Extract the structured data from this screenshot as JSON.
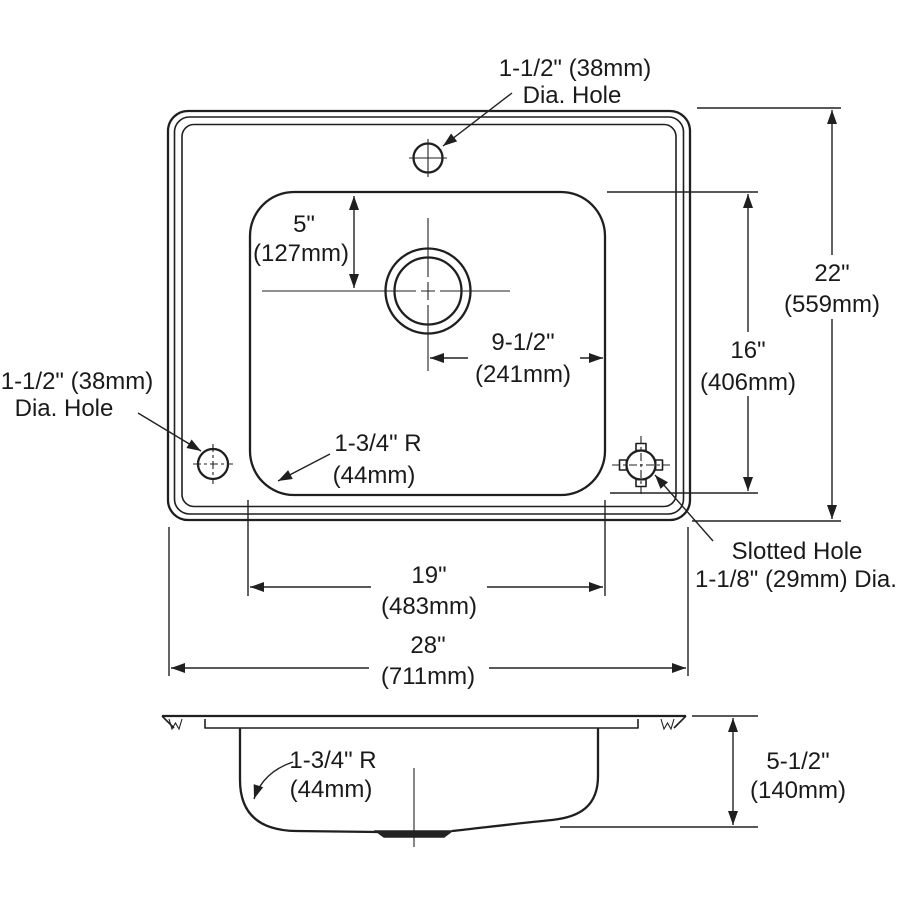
{
  "plan_view": {
    "top_hole_label": {
      "l1": "1-1/2\" (38mm)",
      "l2": "Dia. Hole"
    },
    "left_hole_label": {
      "l1": "1-1/2\" (38mm)",
      "l2": "Dia. Hole"
    },
    "slotted_hole_label": {
      "l1": "Slotted Hole",
      "l2": "1-1/8\" (29mm) Dia."
    },
    "bowl_radius_label": {
      "l1": "1-3/4\" R",
      "l2": "(44mm)"
    },
    "dim_drain_from_top": {
      "in": "5\"",
      "mm": "(127mm)"
    },
    "dim_drain_to_right": {
      "in": "9-1/2\"",
      "mm": "(241mm)"
    },
    "dim_bowl_front_back": {
      "in": "16\"",
      "mm": "(406mm)"
    },
    "dim_overall_front_back": {
      "in": "22\"",
      "mm": "(559mm)"
    },
    "dim_bowl_width": {
      "in": "19\"",
      "mm": "(483mm)"
    },
    "dim_overall_width": {
      "in": "28\"",
      "mm": "(711mm)"
    }
  },
  "side_view": {
    "bowl_radius_label": {
      "l1": "1-3/4\" R",
      "l2": "(44mm)"
    },
    "dim_depth": {
      "in": "5-1/2\"",
      "mm": "(140mm)"
    }
  },
  "colors": {
    "line": "#1f1f1f",
    "background": "#ffffff"
  }
}
